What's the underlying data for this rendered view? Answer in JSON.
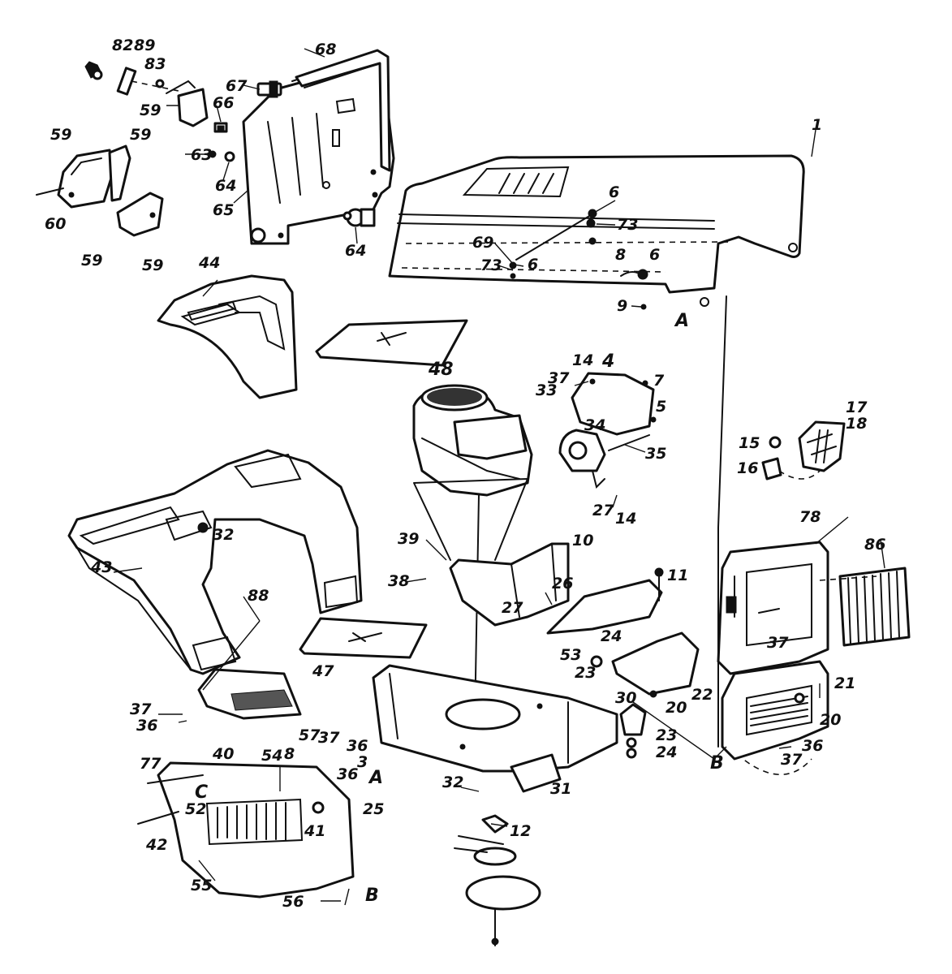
{
  "callouts": [
    {
      "id": "c1",
      "text": "1"
    },
    {
      "id": "c3",
      "text": "3"
    },
    {
      "id": "c4",
      "text": "4"
    },
    {
      "id": "c5",
      "text": "5"
    },
    {
      "id": "c6a",
      "text": "6"
    },
    {
      "id": "c6b",
      "text": "6"
    },
    {
      "id": "c6c",
      "text": "6"
    },
    {
      "id": "c7",
      "text": "7"
    },
    {
      "id": "c8a",
      "text": "8"
    },
    {
      "id": "c8b",
      "text": "8"
    },
    {
      "id": "c9",
      "text": "9"
    },
    {
      "id": "c10",
      "text": "10"
    },
    {
      "id": "c11",
      "text": "11"
    },
    {
      "id": "c12",
      "text": "12"
    },
    {
      "id": "c14a",
      "text": "14"
    },
    {
      "id": "c14b",
      "text": "14"
    },
    {
      "id": "c15",
      "text": "15"
    },
    {
      "id": "c16",
      "text": "16"
    },
    {
      "id": "c17",
      "text": "17"
    },
    {
      "id": "c18",
      "text": "18"
    },
    {
      "id": "c20a",
      "text": "20"
    },
    {
      "id": "c20b",
      "text": "20"
    },
    {
      "id": "c21",
      "text": "21"
    },
    {
      "id": "c22",
      "text": "22"
    },
    {
      "id": "c23a",
      "text": "23"
    },
    {
      "id": "c23b",
      "text": "23"
    },
    {
      "id": "c24a",
      "text": "24"
    },
    {
      "id": "c24b",
      "text": "24"
    },
    {
      "id": "c25",
      "text": "25"
    },
    {
      "id": "c26",
      "text": "26"
    },
    {
      "id": "c27a",
      "text": "27"
    },
    {
      "id": "c27b",
      "text": "27"
    },
    {
      "id": "c30",
      "text": "30"
    },
    {
      "id": "c31",
      "text": "31"
    },
    {
      "id": "c32a",
      "text": "32"
    },
    {
      "id": "c32b",
      "text": "32"
    },
    {
      "id": "c33",
      "text": "33"
    },
    {
      "id": "c34",
      "text": "34"
    },
    {
      "id": "c35",
      "text": "35"
    },
    {
      "id": "c36a",
      "text": "36"
    },
    {
      "id": "c36b",
      "text": "36"
    },
    {
      "id": "c36c",
      "text": "36"
    },
    {
      "id": "c36d",
      "text": "36"
    },
    {
      "id": "c37a",
      "text": "37"
    },
    {
      "id": "c37b",
      "text": "37"
    },
    {
      "id": "c37c",
      "text": "37"
    },
    {
      "id": "c37d",
      "text": "37"
    },
    {
      "id": "c37e",
      "text": "37"
    },
    {
      "id": "c38",
      "text": "38"
    },
    {
      "id": "c39",
      "text": "39"
    },
    {
      "id": "c40",
      "text": "40"
    },
    {
      "id": "c41",
      "text": "41"
    },
    {
      "id": "c42",
      "text": "42"
    },
    {
      "id": "c43",
      "text": "43"
    },
    {
      "id": "c44",
      "text": "44"
    },
    {
      "id": "c47",
      "text": "47"
    },
    {
      "id": "c48",
      "text": "48"
    },
    {
      "id": "c52",
      "text": "52"
    },
    {
      "id": "c53",
      "text": "53"
    },
    {
      "id": "c54",
      "text": "54"
    },
    {
      "id": "c55",
      "text": "55"
    },
    {
      "id": "c56",
      "text": "56"
    },
    {
      "id": "c57",
      "text": "57"
    },
    {
      "id": "c59a",
      "text": "59"
    },
    {
      "id": "c59b",
      "text": "59"
    },
    {
      "id": "c59c",
      "text": "59"
    },
    {
      "id": "c59d",
      "text": "59"
    },
    {
      "id": "c59e",
      "text": "59"
    },
    {
      "id": "c60",
      "text": "60"
    },
    {
      "id": "c63",
      "text": "63"
    },
    {
      "id": "c64a",
      "text": "64"
    },
    {
      "id": "c64b",
      "text": "64"
    },
    {
      "id": "c65",
      "text": "65"
    },
    {
      "id": "c66",
      "text": "66"
    },
    {
      "id": "c67",
      "text": "67"
    },
    {
      "id": "c68",
      "text": "68"
    },
    {
      "id": "c69",
      "text": "69"
    },
    {
      "id": "c73a",
      "text": "73"
    },
    {
      "id": "c73b",
      "text": "73"
    },
    {
      "id": "c77",
      "text": "77"
    },
    {
      "id": "c78",
      "text": "78"
    },
    {
      "id": "c82",
      "text": "82"
    },
    {
      "id": "c83",
      "text": "83"
    },
    {
      "id": "c86",
      "text": "86"
    },
    {
      "id": "c88",
      "text": "88"
    },
    {
      "id": "c89",
      "text": "89"
    }
  ],
  "reference_letters": [
    {
      "id": "la1",
      "text": "A"
    },
    {
      "id": "la2",
      "text": "A"
    },
    {
      "id": "lb1",
      "text": "B"
    },
    {
      "id": "lb2",
      "text": "B"
    },
    {
      "id": "lc1",
      "text": "C"
    }
  ]
}
